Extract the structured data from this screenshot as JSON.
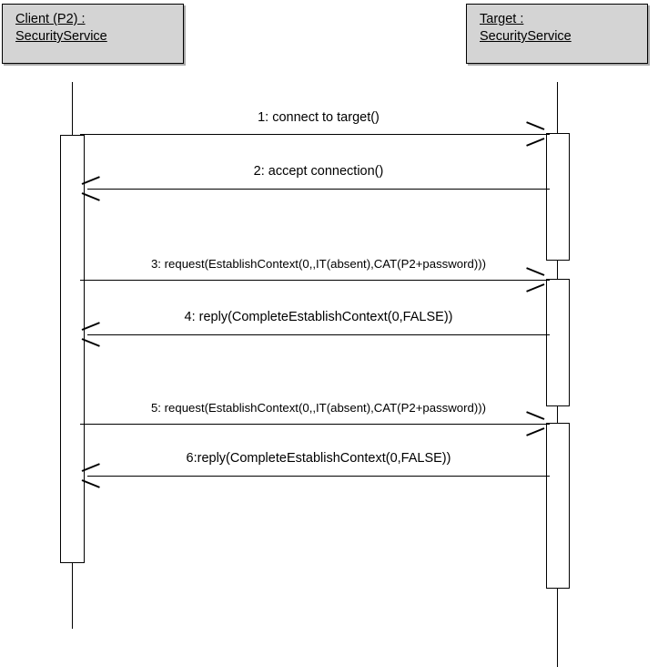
{
  "diagram": {
    "type": "uml-sequence-diagram",
    "participants": [
      {
        "id": "client",
        "role": "Client (P2) :",
        "classifier": "SecurityService"
      },
      {
        "id": "target",
        "role": "Target :",
        "classifier": "SecurityService"
      }
    ],
    "messages": [
      {
        "number": "1",
        "label": "1: connect to target()",
        "from": "client",
        "to": "target",
        "direction": "right"
      },
      {
        "number": "2",
        "label": "2: accept connection()",
        "from": "target",
        "to": "client",
        "direction": "left"
      },
      {
        "number": "3",
        "label": "3: request(EstablishContext(0,,IT(absent),CAT(P2+password)))",
        "from": "client",
        "to": "target",
        "direction": "right"
      },
      {
        "number": "4",
        "label": "4: reply(CompleteEstablishContext(0,FALSE))",
        "from": "target",
        "to": "client",
        "direction": "left"
      },
      {
        "number": "5",
        "label": "5: request(EstablishContext(0,,IT(absent),CAT(P2+password)))",
        "from": "client",
        "to": "target",
        "direction": "right"
      },
      {
        "number": "6",
        "label": "6:reply(CompleteEstablishContext(0,FALSE))",
        "from": "target",
        "to": "client",
        "direction": "left"
      }
    ],
    "colors": {
      "head_fill": "#d4d4d4",
      "head_border": "#000000",
      "head_shadow": "#a9a9a9",
      "line": "#000000",
      "activation_fill": "#ffffff",
      "background": "#ffffff"
    }
  }
}
